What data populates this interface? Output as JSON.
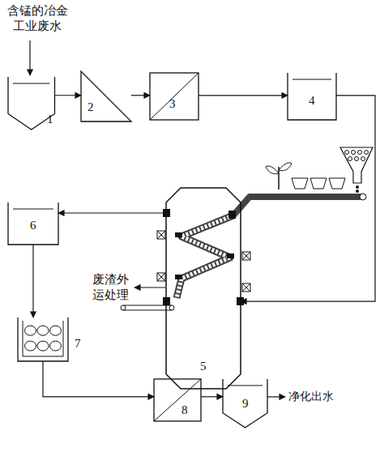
{
  "diagram": {
    "nodes": [
      {
        "text": [
          "1"
        ]
      },
      {
        "text": [
          "2"
        ]
      },
      {
        "text": [
          "3"
        ]
      },
      {
        "text": [
          "4"
        ]
      },
      {
        "text": [
          "5"
        ]
      },
      {
        "text": [
          "6"
        ]
      },
      {
        "text": [
          "7"
        ]
      },
      {
        "text": [
          "8"
        ]
      },
      {
        "text": [
          "9"
        ]
      }
    ],
    "edges": [
      {
        "from": 0,
        "to": 1,
        "arrow": "to"
      },
      {
        "from": 1,
        "to": 2,
        "arrow": "to"
      },
      {
        "from": 2,
        "to": 3,
        "arrow": "to"
      },
      {
        "from": 3,
        "to": 4,
        "arrow": "to"
      },
      {
        "from": 4,
        "to": 5,
        "arrow": "to"
      },
      {
        "from": 5,
        "to": 6,
        "arrow": "to"
      },
      {
        "from": 6,
        "to": 7,
        "arrow": "to"
      },
      {
        "from": 7,
        "to": 8,
        "arrow": "to"
      }
    ],
    "labels": [
      "含锰的冶金工业废水",
      "废渣外运处理",
      "净化出水"
    ]
  }
}
